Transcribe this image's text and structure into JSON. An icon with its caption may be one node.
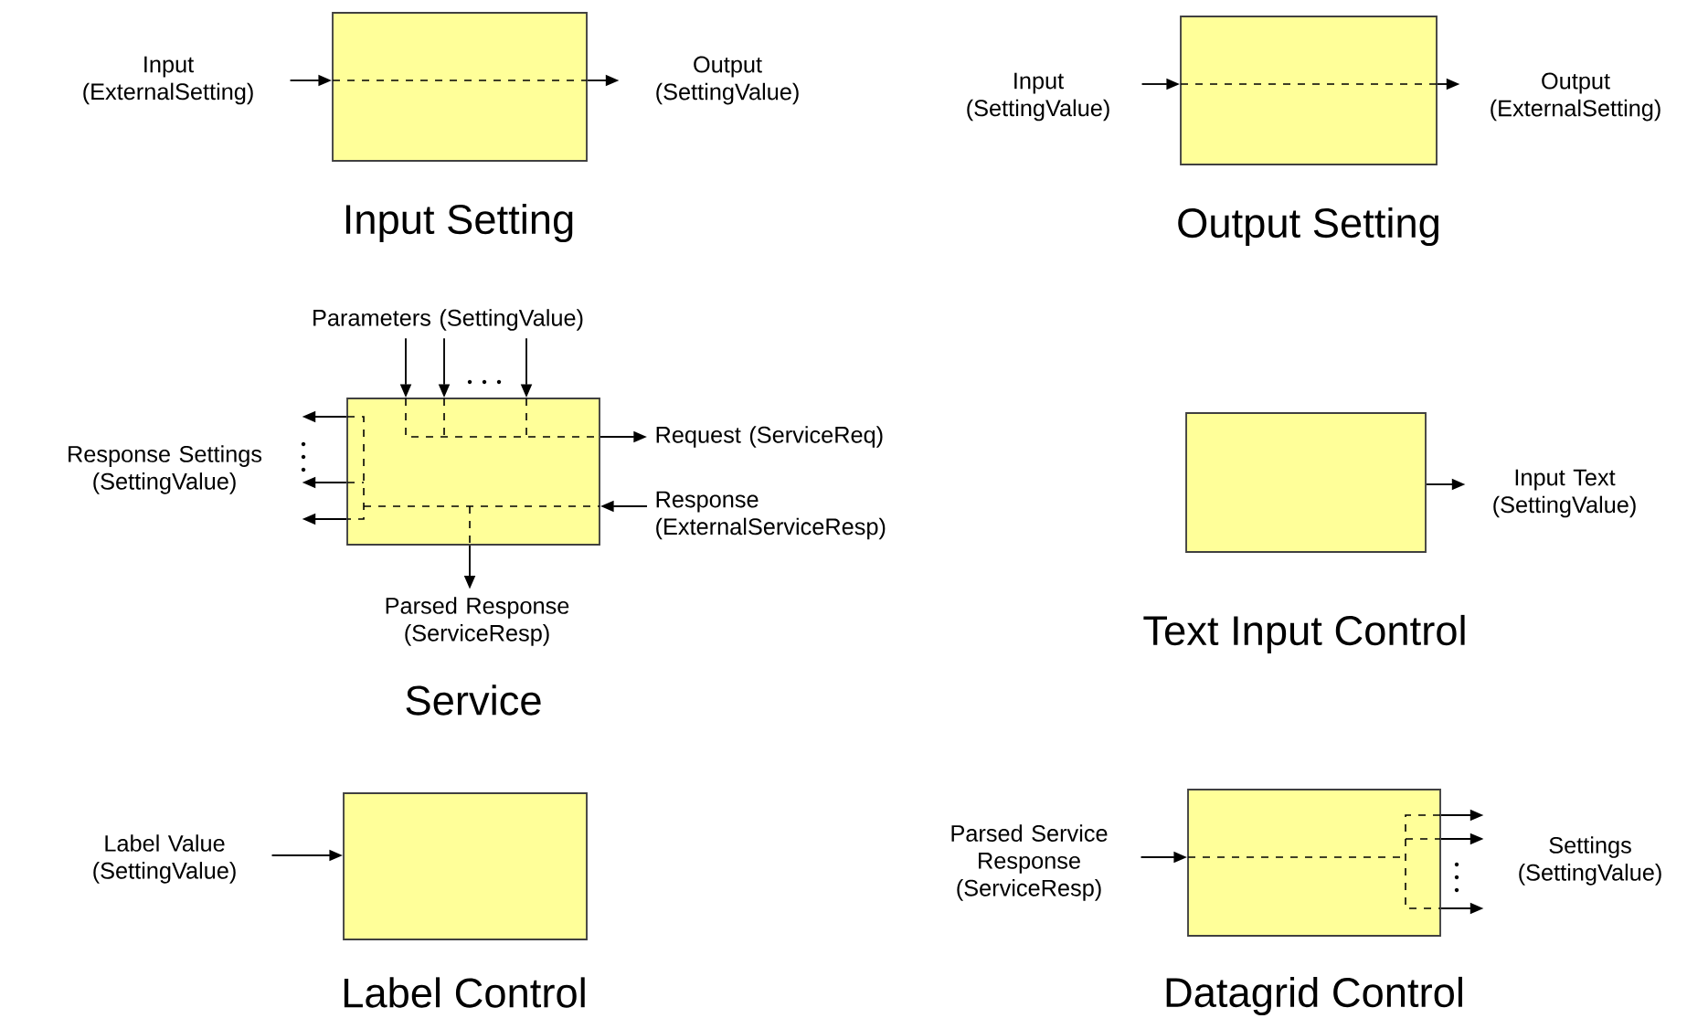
{
  "diagram": {
    "nodes": [
      {
        "text": [],
        "shape": "box"
      },
      {
        "text": [
          "Input (ExternalSetting)"
        ]
      },
      {
        "text": [
          "Output (SettingValue)"
        ]
      },
      {
        "text": [],
        "shape": "box"
      },
      {
        "text": [
          "Input (SettingValue)"
        ]
      },
      {
        "text": [
          "Output (ExternalSetting)"
        ]
      },
      {
        "text": [],
        "shape": "box"
      },
      {
        "text": [
          "Parameters (SettingValue)"
        ]
      },
      {
        "text": [
          "Request (ServiceReq)"
        ]
      },
      {
        "text": [
          "Response Settings (SettingValue)"
        ]
      },
      {
        "text": [
          "Response (ExternalServiceResp)"
        ]
      },
      {
        "text": [
          "Parsed Response (ServiceResp)"
        ]
      },
      {
        "text": [],
        "shape": "box"
      },
      {
        "text": [
          "Input Text (SettingValue)"
        ]
      },
      {
        "text": [],
        "shape": "box"
      },
      {
        "text": [
          "Label Value (SettingValue)"
        ]
      },
      {
        "text": [],
        "shape": "box"
      },
      {
        "text": [
          "Parsed Service Response (ServiceResp)"
        ]
      },
      {
        "text": [
          "Settings (SettingValue)"
        ]
      }
    ],
    "edges": [
      {
        "from": 1,
        "to": 0,
        "arrow": "to"
      },
      {
        "from": 0,
        "to": 2,
        "arrow": "to"
      },
      {
        "from": 4,
        "to": 3,
        "arrow": "to"
      },
      {
        "from": 3,
        "to": 5,
        "arrow": "to"
      },
      {
        "from": 7,
        "to": 6,
        "arrow": "to"
      },
      {
        "from": 7,
        "to": 6,
        "arrow": "to"
      },
      {
        "from": 7,
        "to": 6,
        "arrow": "to"
      },
      {
        "from": 6,
        "to": 8,
        "arrow": "to"
      },
      {
        "from": 6,
        "to": 9,
        "arrow": "to"
      },
      {
        "from": 6,
        "to": 9,
        "arrow": "to"
      },
      {
        "from": 6,
        "to": 9,
        "arrow": "to"
      },
      {
        "from": 10,
        "to": 6,
        "arrow": "to"
      },
      {
        "from": 6,
        "to": 11,
        "arrow": "to"
      },
      {
        "from": 12,
        "to": 13,
        "arrow": "to"
      },
      {
        "from": 15,
        "to": 14,
        "arrow": "to"
      },
      {
        "from": 17,
        "to": 16,
        "arrow": "to"
      },
      {
        "from": 16,
        "to": 18,
        "arrow": "to"
      },
      {
        "from": 16,
        "to": 18,
        "arrow": "to"
      },
      {
        "from": 16,
        "to": 18,
        "arrow": "to"
      }
    ],
    "labels": [
      "Input Setting",
      "Output Setting",
      "Service",
      "Text Input Control",
      "Label Control",
      "Datagrid Control"
    ]
  }
}
